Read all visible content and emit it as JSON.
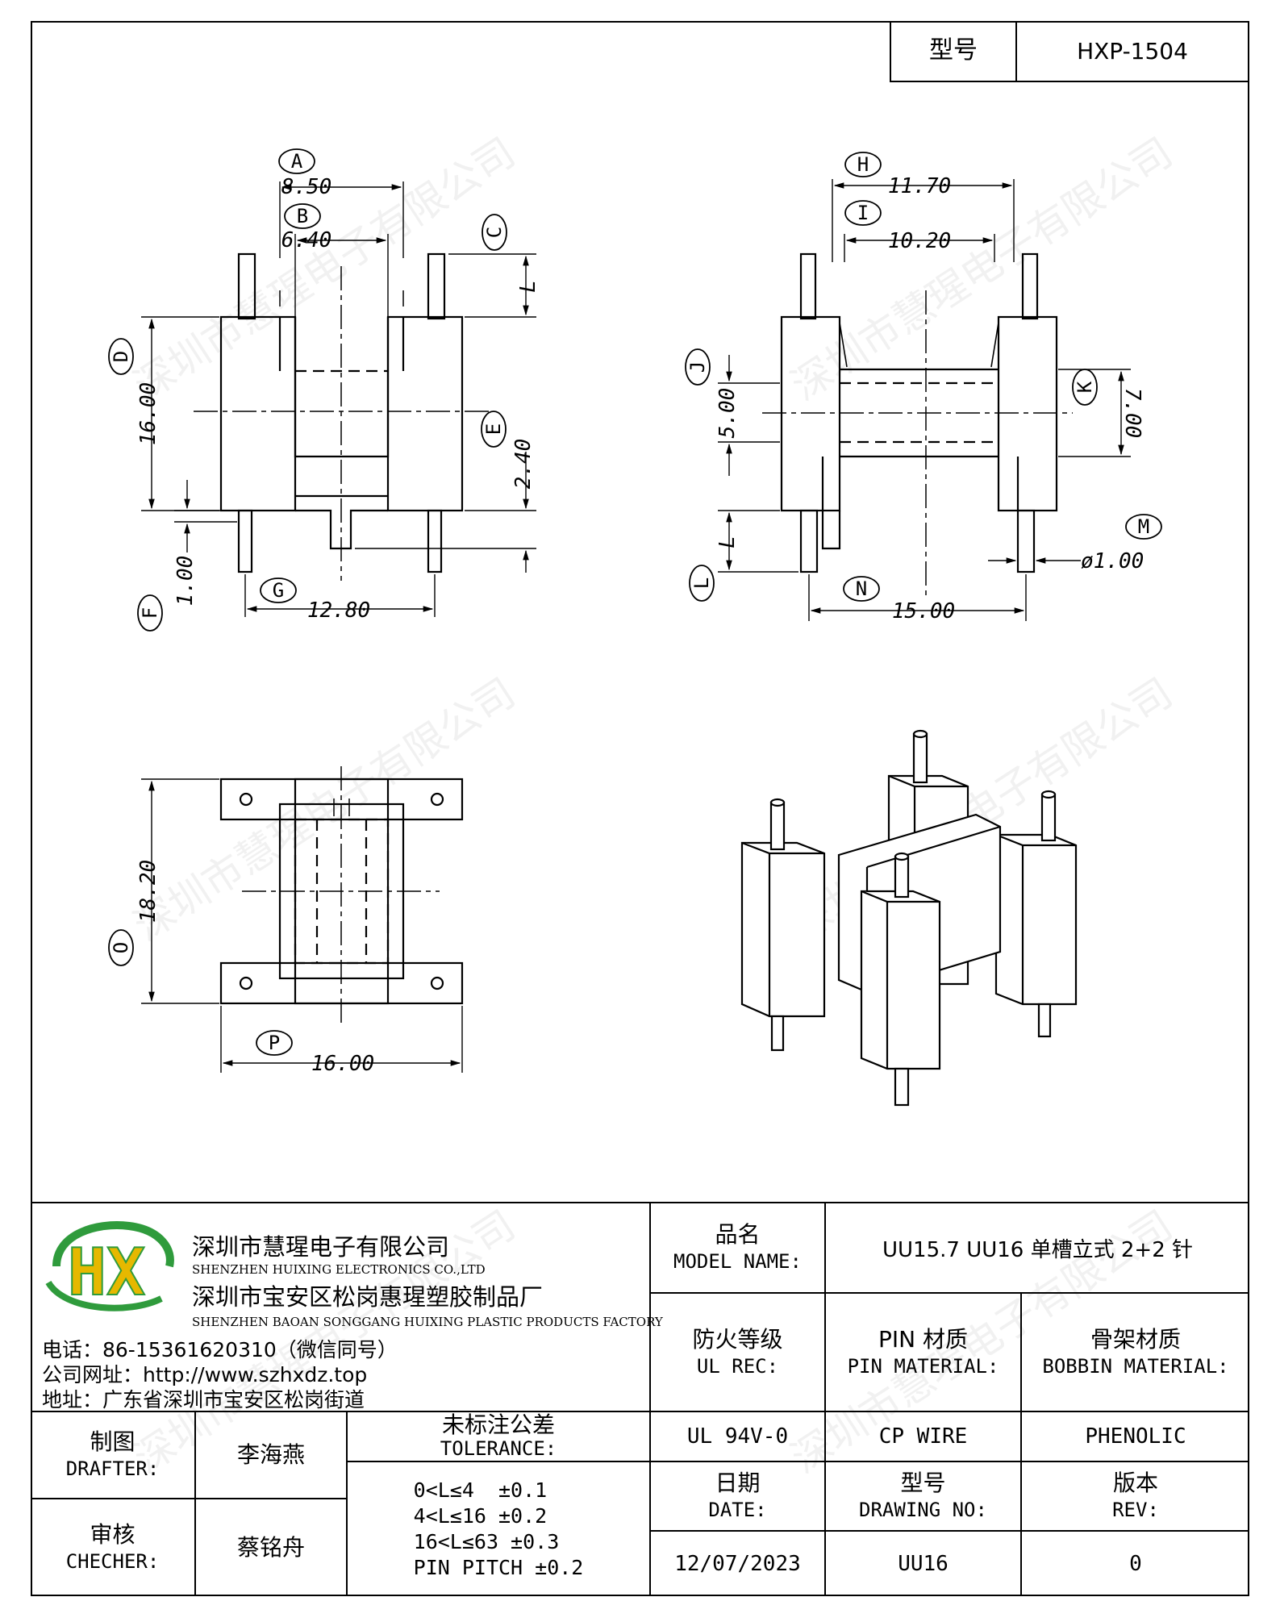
{
  "header": {
    "model_label": "型号",
    "model_value": "HXP-1504"
  },
  "dimensions": {
    "front": {
      "A": "8.50",
      "B": "6.40",
      "C_L": "L",
      "D": "16.00",
      "E": "2.40",
      "F": "1.00",
      "G": "12.80"
    },
    "side": {
      "H": "11.70",
      "I": "10.20",
      "J": "5.00",
      "K": "7.00",
      "L": "L",
      "M": "ø1.00",
      "N": "15.00"
    },
    "top": {
      "O": "18.20",
      "P": "16.00"
    },
    "letters": [
      "A",
      "B",
      "C",
      "D",
      "E",
      "F",
      "G",
      "H",
      "I",
      "J",
      "K",
      "L",
      "M",
      "N",
      "O",
      "P"
    ]
  },
  "watermark": "深圳市慧瑆电子有限公司",
  "company": {
    "logo_letters": "HX",
    "name_cn": "深圳市慧瑆电子有限公司",
    "name_en": "SHENZHEN HUIXING ELECTRONICS CO.,LTD",
    "factory_cn": "深圳市宝安区松岗惠瑆塑胶制品厂",
    "factory_en": "SHENZHEN BAOAN SONGGANG HUIXING PLASTIC PRODUCTS FACTORY",
    "phone": "电话：86-15361620310（微信同号）",
    "website": "公司网址：http://www.szhxdz.top",
    "address": "地址：广东省深圳市宝安区松岗街道"
  },
  "title_block": {
    "model_name_cn": "品名",
    "model_name_en": "MODEL NAME:",
    "model_name_value": "UU15.7 UU16 单槽立式 2+2 针",
    "ul_cn": "防火等级",
    "ul_en": "UL REC:",
    "pin_cn": "PIN 材质",
    "pin_en": "PIN MATERIAL:",
    "bobbin_cn": "骨架材质",
    "bobbin_en": "BOBBIN MATERIAL:",
    "ul_value": "UL 94V-0",
    "pin_value": "CP WIRE",
    "bobbin_value": "PHENOLIC",
    "drafter_cn": "制图",
    "drafter_en": "DRAFTER:",
    "drafter_value": "李海燕",
    "checker_cn": "审核",
    "checker_en": "CHECHER:",
    "checker_value": "蔡铭舟",
    "tolerance_cn": "未标注公差",
    "tolerance_en": "TOLERANCE:",
    "tolerance_lines": [
      "0<L≤4  ±0.1",
      "4<L≤16 ±0.2",
      "16<L≤63 ±0.3",
      "PIN PITCH ±0.2"
    ],
    "date_cn": "日期",
    "date_en": "DATE:",
    "date_value": "12/07/2023",
    "drawing_no_cn": "型号",
    "drawing_no_en": "DRAWING NO:",
    "drawing_no_value": "UU16",
    "rev_cn": "版本",
    "rev_en": "REV:",
    "rev_value": "0"
  }
}
